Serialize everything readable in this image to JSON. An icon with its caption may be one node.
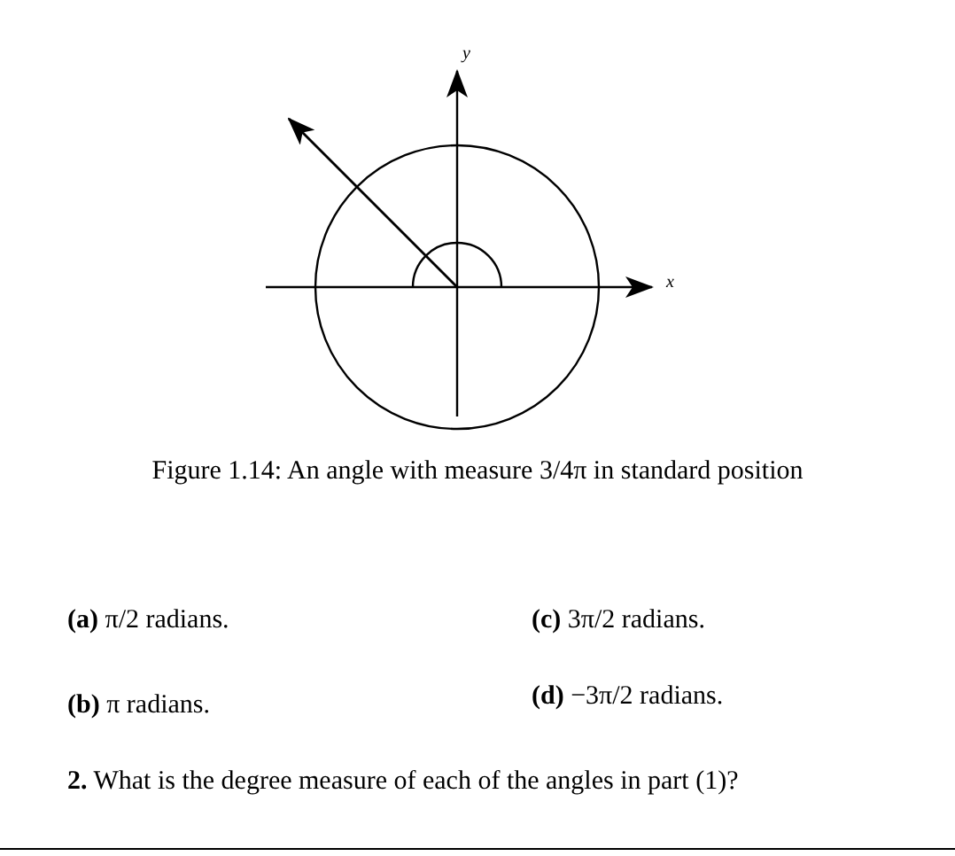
{
  "diagram": {
    "caption": "Figure 1.14: An angle with measure 3/4π in standard position",
    "labels": [
      "y",
      "x",
      "**(a)** π/2 radians.",
      "**(c)** 3π/2 radians.",
      "**(b)** π radians.",
      "**(d)** −3π/2 radians.",
      "**2.** What is the degree measure of each of the angles in part (1)?"
    ]
  }
}
